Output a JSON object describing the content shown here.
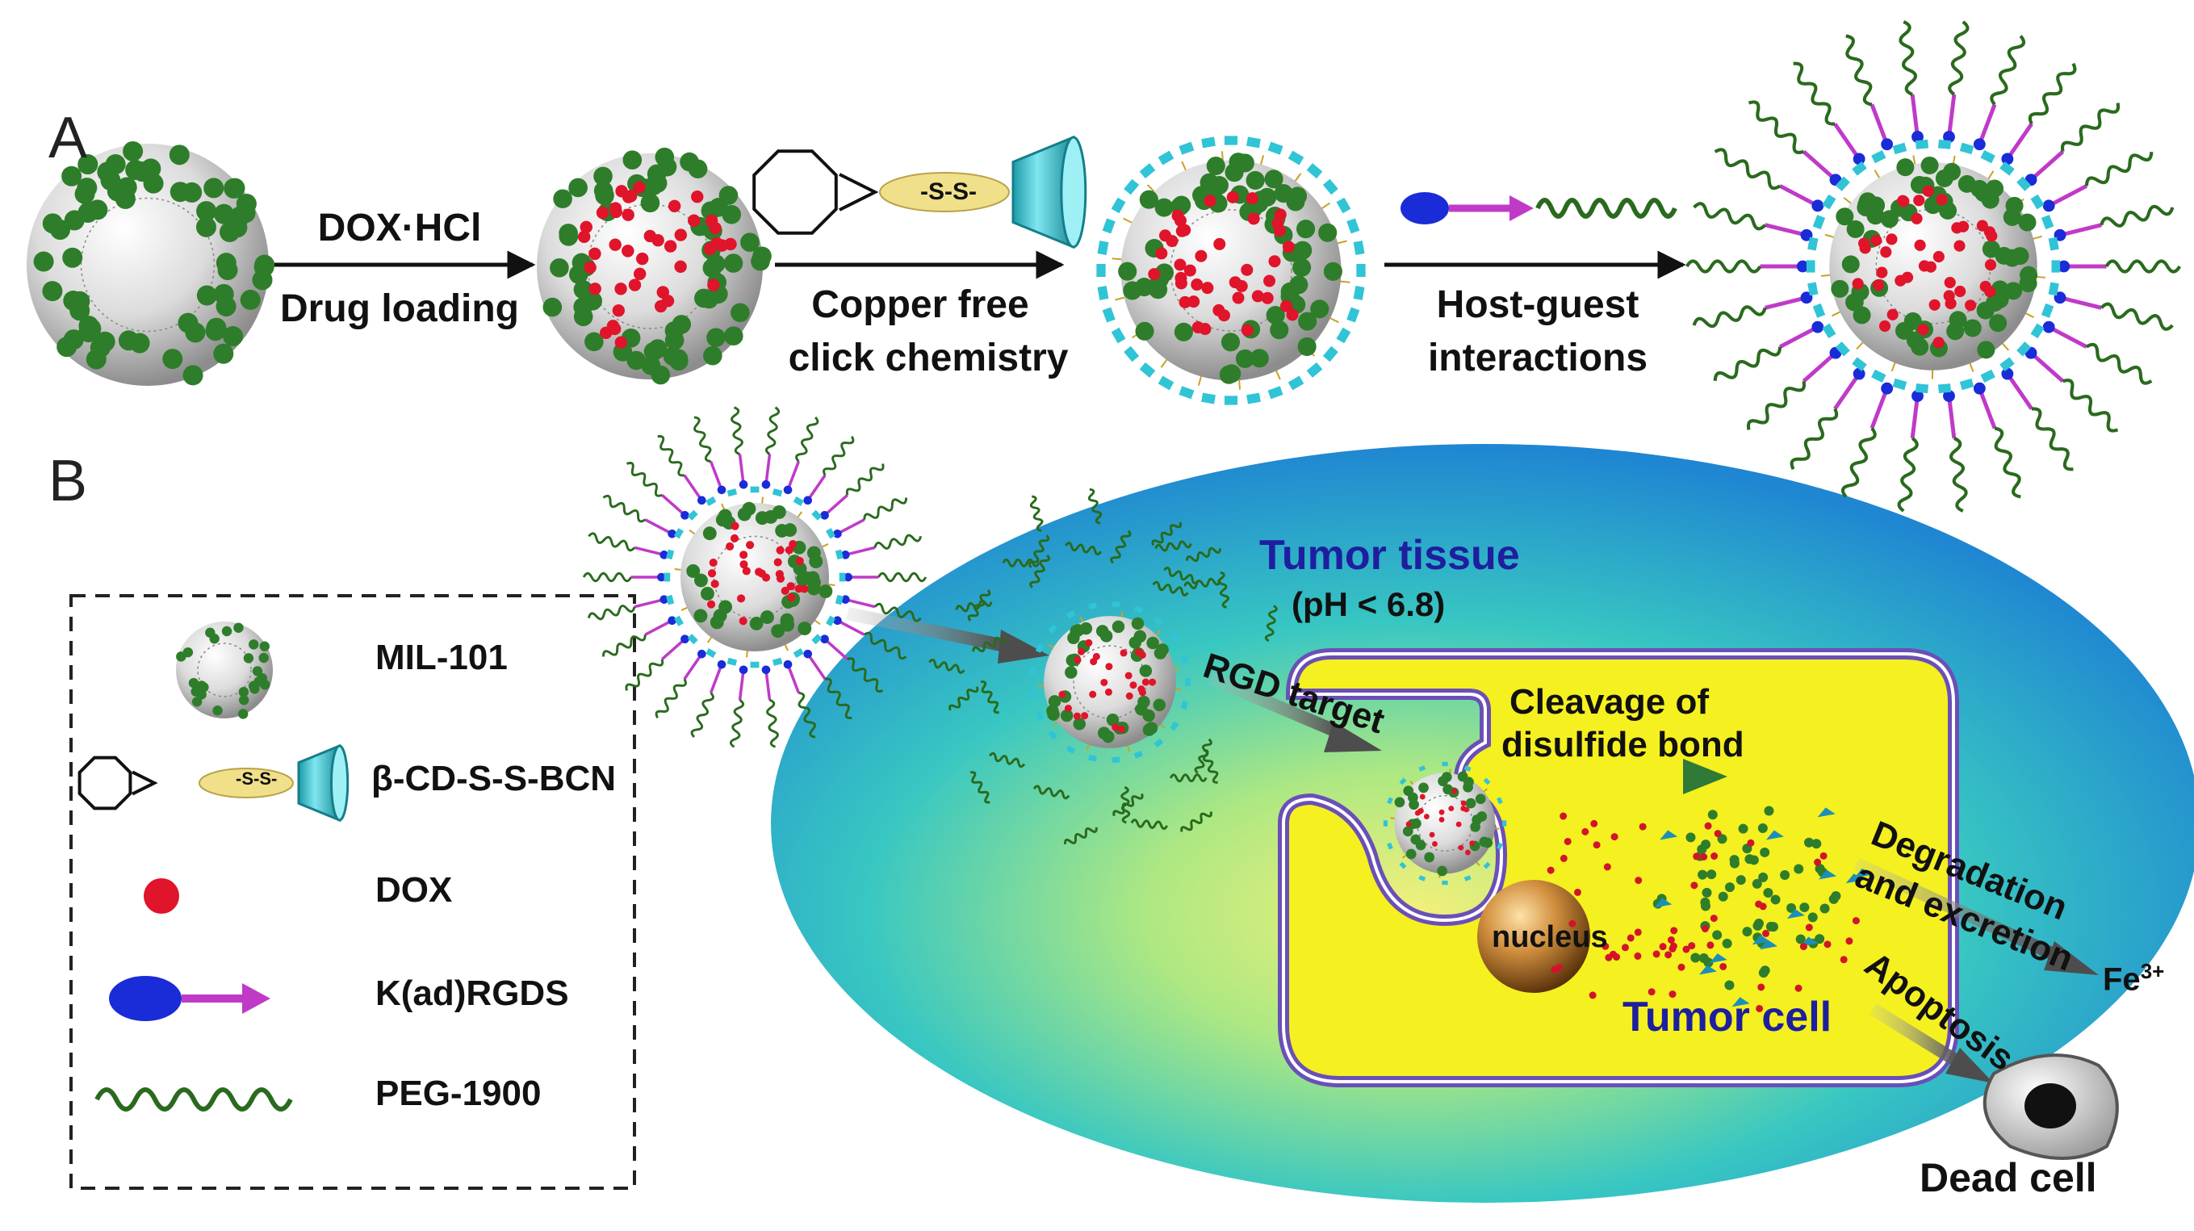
{
  "panels": {
    "a": "A",
    "b": "B"
  },
  "panel_a": {
    "step1": {
      "reagent": "DOX·HCl",
      "process": "Drug loading"
    },
    "step2": {
      "line1": "Copper free",
      "line2": "click chemistry",
      "linker": "-S-S-"
    },
    "step3": {
      "line1": "Host-guest",
      "line2": "interactions"
    }
  },
  "legend": [
    {
      "icon": "mil-101-icon",
      "label": "MIL-101"
    },
    {
      "icon": "cd-ss-bcn-icon",
      "label": "β-CD-S-S-BCN"
    },
    {
      "icon": "dox-dot-icon",
      "label": "DOX"
    },
    {
      "icon": "k-ad-rgds-icon",
      "label": "K(ad)RGDS"
    },
    {
      "icon": "peg-wave-icon",
      "label": "PEG-1900"
    }
  ],
  "legend_linker": "-S-S-",
  "panel_b": {
    "tissue_title": "Tumor tissue",
    "tissue_ph": "(pH < 6.8)",
    "rgd": "RGD target",
    "cleavage_line1": "Cleavage of",
    "cleavage_line2": "disulfide bond",
    "nucleus": "nucleus",
    "tumor_cell": "Tumor cell",
    "degradation_line1": "Degradation",
    "degradation_line2": "and excretion",
    "fe": "Fe",
    "fe_charge": "3+",
    "apoptosis": "Apoptosis",
    "dead_cell": "Dead cell"
  },
  "colors": {
    "mof_green": "#2e7d2a",
    "dox_red": "#e0142a",
    "cd_cyan": "#30c4d6",
    "rgd_blue": "#1a2bd8",
    "rgd_magenta": "#c03ac8",
    "peg_green": "#2a6a1e",
    "tissue_title_blue": "#1d1f9e",
    "cell_yellow": "#f5f020",
    "membrane_purple": "#6a4fb8"
  }
}
